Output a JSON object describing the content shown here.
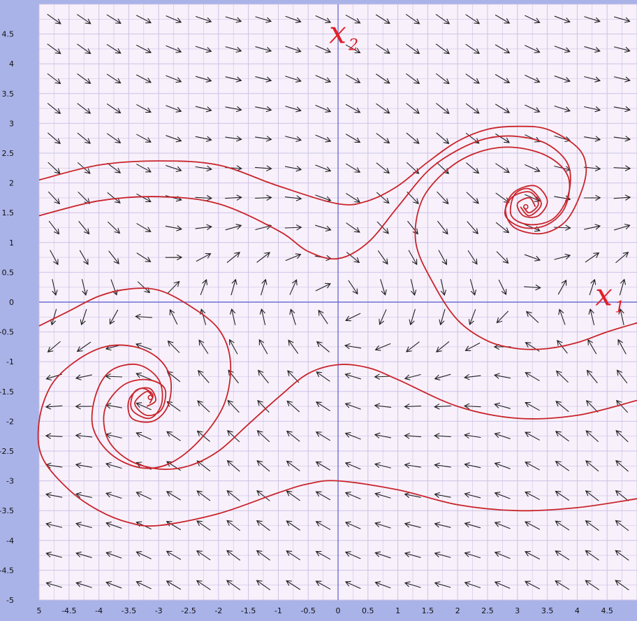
{
  "chart_data": {
    "type": "vector-field",
    "title": "",
    "xlabel": "",
    "ylabel": "",
    "xlim": [
      -5,
      5
    ],
    "ylim": [
      -5,
      5
    ],
    "grid": true,
    "x_ticks": [
      -5,
      -4.5,
      -4,
      -3.5,
      -3,
      -2.5,
      -2,
      -1.5,
      -1,
      -0.5,
      0,
      0.5,
      1,
      1.5,
      2,
      2.5,
      3,
      3.5,
      4,
      4.5
    ],
    "y_ticks": [
      -5,
      -4.5,
      -4,
      -3.5,
      -3,
      -2.5,
      -2,
      -1.5,
      -1,
      -0.5,
      0,
      0.5,
      1,
      1.5,
      2,
      2.5,
      3,
      3.5,
      4,
      4.5
    ],
    "x_tick_labels": [
      "5",
      "-4.5",
      "-4",
      "-3.5",
      "-3",
      "-2.5",
      "-2",
      "-1.5",
      "-1",
      "-0.5",
      "0",
      "0.5",
      "1",
      "1.5",
      "2",
      "2.5",
      "3",
      "3.5",
      "4",
      "4.5"
    ],
    "y_tick_labels": [
      "-5",
      "-4.5",
      "-4",
      "-3.5",
      "-3",
      "-2.5",
      "-2",
      "-1.5",
      "-1",
      "-0.5",
      "0",
      "0.5",
      "1",
      "1.5",
      "2",
      "2.5",
      "3",
      "3.5",
      "4",
      "4.5"
    ],
    "vector_field": {
      "x_start": -4.75,
      "x_end": 4.75,
      "x_step": 0.5,
      "y_start": -4.75,
      "y_end": 4.75,
      "y_step": 0.5,
      "x_dot": "x2",
      "y_dot": "-sin(x1) - 0.5*x2"
    },
    "equilibria": [
      [
        -3.14,
        -1.6
      ],
      [
        3.14,
        1.6
      ]
    ],
    "trajectories": [
      {
        "points": [
          [
            -5,
            2.05
          ],
          [
            -4,
            2.3
          ],
          [
            -3,
            2.37
          ],
          [
            -2,
            2.3
          ],
          [
            -1,
            1.95
          ],
          [
            0,
            1.65
          ],
          [
            0.5,
            1.7
          ],
          [
            1,
            1.95
          ],
          [
            1.5,
            2.35
          ],
          [
            2,
            2.7
          ],
          [
            2.5,
            2.9
          ],
          [
            3,
            2.95
          ],
          [
            3.5,
            2.9
          ],
          [
            4,
            2.6
          ],
          [
            4.15,
            2.25
          ],
          [
            4.05,
            1.8
          ],
          [
            3.8,
            1.35
          ],
          [
            3.4,
            1.15
          ],
          [
            2.95,
            1.25
          ],
          [
            2.8,
            1.55
          ],
          [
            2.95,
            1.85
          ],
          [
            3.3,
            1.95
          ],
          [
            3.5,
            1.7
          ],
          [
            3.35,
            1.45
          ],
          [
            3.1,
            1.45
          ],
          [
            3.0,
            1.65
          ],
          [
            3.2,
            1.75
          ],
          [
            3.3,
            1.6
          ]
        ]
      },
      {
        "points": [
          [
            -5,
            1.45
          ],
          [
            -4,
            1.7
          ],
          [
            -3,
            1.77
          ],
          [
            -2,
            1.65
          ],
          [
            -1,
            1.2
          ],
          [
            -0.5,
            0.85
          ],
          [
            0,
            0.73
          ],
          [
            0.5,
            1.0
          ],
          [
            1,
            1.6
          ],
          [
            1.5,
            2.2
          ],
          [
            2,
            2.55
          ],
          [
            2.5,
            2.75
          ],
          [
            3,
            2.78
          ],
          [
            3.5,
            2.65
          ],
          [
            3.85,
            2.3
          ],
          [
            3.85,
            1.8
          ],
          [
            3.6,
            1.4
          ],
          [
            3.2,
            1.3
          ],
          [
            2.9,
            1.45
          ],
          [
            2.95,
            1.8
          ],
          [
            3.2,
            1.9
          ],
          [
            3.4,
            1.65
          ],
          [
            3.2,
            1.45
          ],
          [
            3.05,
            1.6
          ]
        ]
      },
      {
        "points": [
          [
            5,
            -0.35
          ],
          [
            4.5,
            -0.5
          ],
          [
            4,
            -0.68
          ],
          [
            3.5,
            -0.78
          ],
          [
            3,
            -0.78
          ],
          [
            2.5,
            -0.65
          ],
          [
            2,
            -0.3
          ],
          [
            1.6,
            0.3
          ],
          [
            1.3,
            1.0
          ],
          [
            1.4,
            1.7
          ],
          [
            1.8,
            2.2
          ],
          [
            2.3,
            2.5
          ],
          [
            2.9,
            2.6
          ],
          [
            3.5,
            2.45
          ],
          [
            3.85,
            2.1
          ],
          [
            3.8,
            1.6
          ],
          [
            3.5,
            1.3
          ],
          [
            3.1,
            1.25
          ],
          [
            2.8,
            1.45
          ],
          [
            2.9,
            1.75
          ],
          [
            3.2,
            1.85
          ],
          [
            3.35,
            1.65
          ],
          [
            3.2,
            1.5
          ],
          [
            3.1,
            1.6
          ]
        ]
      },
      {
        "points": [
          [
            -5,
            -0.4
          ],
          [
            -4.5,
            -0.15
          ],
          [
            -4,
            0.1
          ],
          [
            -3.5,
            0.22
          ],
          [
            -3,
            0.2
          ],
          [
            -2.5,
            -0.05
          ],
          [
            -2,
            -0.45
          ],
          [
            -1.8,
            -1.0
          ],
          [
            -1.9,
            -1.7
          ],
          [
            -2.3,
            -2.3
          ],
          [
            -2.8,
            -2.7
          ],
          [
            -3.3,
            -2.78
          ],
          [
            -3.8,
            -2.55
          ],
          [
            -4.1,
            -2.1
          ],
          [
            -4.05,
            -1.55
          ],
          [
            -3.8,
            -1.15
          ],
          [
            -3.35,
            -1.05
          ],
          [
            -3.0,
            -1.3
          ],
          [
            -2.95,
            -1.7
          ],
          [
            -3.15,
            -1.95
          ],
          [
            -3.45,
            -1.8
          ],
          [
            -3.4,
            -1.5
          ],
          [
            -3.15,
            -1.45
          ],
          [
            -3.05,
            -1.65
          ],
          [
            -3.2,
            -1.75
          ]
        ]
      },
      {
        "points": [
          [
            5,
            -1.65
          ],
          [
            4,
            -1.9
          ],
          [
            3,
            -1.95
          ],
          [
            2,
            -1.75
          ],
          [
            1,
            -1.3
          ],
          [
            0.5,
            -1.1
          ],
          [
            0,
            -1.05
          ],
          [
            -0.5,
            -1.2
          ],
          [
            -1,
            -1.6
          ],
          [
            -1.5,
            -2.05
          ],
          [
            -2,
            -2.5
          ],
          [
            -2.5,
            -2.75
          ],
          [
            -3,
            -2.8
          ],
          [
            -3.5,
            -2.65
          ],
          [
            -3.85,
            -2.3
          ],
          [
            -3.9,
            -1.8
          ],
          [
            -3.6,
            -1.4
          ],
          [
            -3.2,
            -1.3
          ],
          [
            -2.9,
            -1.45
          ],
          [
            -2.95,
            -1.8
          ],
          [
            -3.2,
            -1.9
          ],
          [
            -3.4,
            -1.7
          ],
          [
            -3.2,
            -1.5
          ],
          [
            -3.1,
            -1.6
          ]
        ]
      },
      {
        "points": [
          [
            5,
            -3.3
          ],
          [
            4,
            -3.45
          ],
          [
            3,
            -3.5
          ],
          [
            2,
            -3.4
          ],
          [
            1,
            -3.15
          ],
          [
            0,
            -3.0
          ],
          [
            -0.5,
            -3.05
          ],
          [
            -1,
            -3.2
          ],
          [
            -2,
            -3.55
          ],
          [
            -3,
            -3.75
          ],
          [
            -3.5,
            -3.7
          ],
          [
            -4,
            -3.5
          ],
          [
            -4.5,
            -3.15
          ],
          [
            -4.95,
            -2.6
          ],
          [
            -5,
            -2.0
          ],
          [
            -4.8,
            -1.4
          ],
          [
            -4.4,
            -1.0
          ],
          [
            -3.9,
            -0.75
          ],
          [
            -3.4,
            -0.75
          ],
          [
            -3.0,
            -0.95
          ],
          [
            -2.8,
            -1.3
          ],
          [
            -2.85,
            -1.75
          ],
          [
            -3.1,
            -2.0
          ],
          [
            -3.45,
            -1.95
          ],
          [
            -3.5,
            -1.65
          ],
          [
            -3.3,
            -1.45
          ],
          [
            -3.1,
            -1.55
          ],
          [
            -3.15,
            -1.7
          ]
        ]
      }
    ],
    "annotations": [
      {
        "text": "x",
        "subscript": "2",
        "x": -0.15,
        "y": 4.35
      },
      {
        "text": "x",
        "subscript": "1",
        "x": 4.3,
        "y": -0.05
      }
    ]
  },
  "colors": {
    "plot_background": "#f8f1fb",
    "grid": "#ccc2e6",
    "axes": "#6f6fd6",
    "frame": "#a9b3e8",
    "arrows": "#222222",
    "trajectories": "#c9242b",
    "handwriting": "#e0202a"
  }
}
